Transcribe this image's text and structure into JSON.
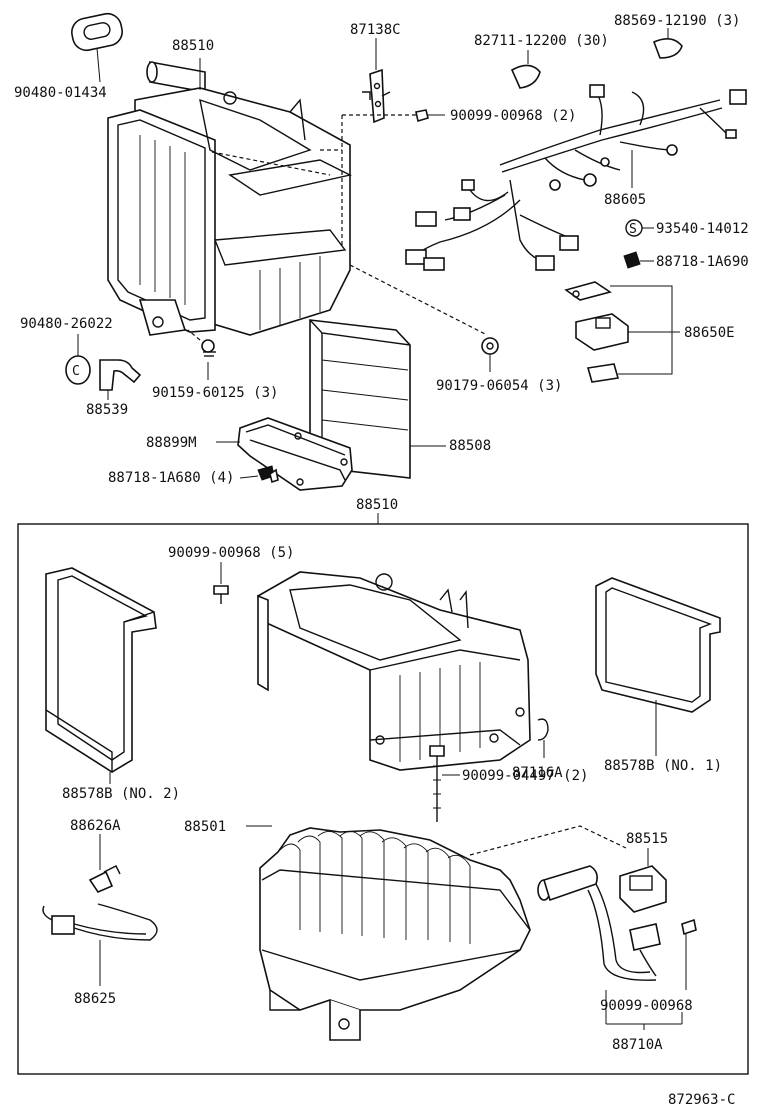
{
  "labels": {
    "l90480_01434": "90480-01434",
    "l88510_top": "88510",
    "l87138C": "87138C",
    "l82711": "82711-12200 (30)",
    "l88569": "88569-12190 (3)",
    "l90099_00968_2": "90099-00968 (2)",
    "l88605": "88605",
    "l93540": "93540-14012",
    "l88718_1A690": "88718-1A690",
    "l88650E": "88650E",
    "l90480_26022": "90480-26022",
    "l88539": "88539",
    "l90159": "90159-60125 (3)",
    "l90179": "90179-06054 (3)",
    "l88899M": "88899M",
    "l88508": "88508",
    "l88718_1A680": "88718-1A680 (4)",
    "l88510_mid": "88510",
    "l90099_00968_5": "90099-00968 (5)",
    "l88578B_2": "88578B (NO. 2)",
    "l87116A": "87116A",
    "l88578B_1": "88578B (NO. 1)",
    "l90099_04497": "90099-04497 (2)",
    "l88626A": "88626A",
    "l88501": "88501",
    "l88515": "88515",
    "l88625": "88625",
    "l90099_00968": "90099-00968",
    "l88710A": "88710A",
    "l872963C": "872963-C",
    "mark_S": "S",
    "mark_C": "C"
  }
}
